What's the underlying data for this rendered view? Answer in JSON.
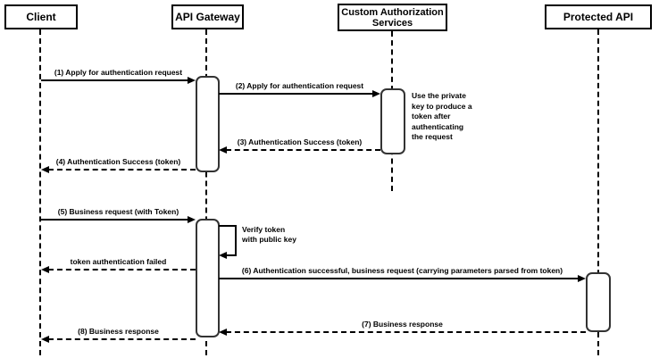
{
  "diagram": {
    "type": "sequence",
    "actors": [
      {
        "id": "client",
        "label": "Client"
      },
      {
        "id": "api-gateway",
        "label": "API Gateway"
      },
      {
        "id": "custom-authorization-services",
        "label": "Custom Authorization\nServices"
      },
      {
        "id": "protected-api",
        "label": "Protected API"
      }
    ],
    "messages": [
      {
        "seq": "1",
        "label": "(1) Apply for authentication request",
        "from": "Client",
        "to": "API Gateway",
        "line": "solid"
      },
      {
        "seq": "2",
        "label": "(2) Apply for authentication request",
        "from": "API Gateway",
        "to": "Custom Authorization Services",
        "line": "solid"
      },
      {
        "seq": "3",
        "label": "(3) Authentication Success (token)",
        "from": "Custom Authorization Services",
        "to": "API Gateway",
        "line": "dashed"
      },
      {
        "seq": "4",
        "label": "(4) Authentication Success (token)",
        "from": "API Gateway",
        "to": "Client",
        "line": "dashed"
      },
      {
        "seq": "5",
        "label": "(5) Business request (with Token)",
        "from": "Client",
        "to": "API Gateway",
        "line": "solid"
      },
      {
        "seq": "self",
        "label": "Verify token\nwith public key",
        "from": "API Gateway",
        "to": "API Gateway",
        "line": "self"
      },
      {
        "seq": "",
        "label": "token authentication failed",
        "from": "API Gateway",
        "to": "Client",
        "line": "dashed"
      },
      {
        "seq": "6",
        "label": "(6) Authentication successful, business request (carrying parameters parsed from token)",
        "from": "API Gateway",
        "to": "Protected API",
        "line": "solid"
      },
      {
        "seq": "7",
        "label": "(7) Business response",
        "from": "Protected API",
        "to": "API Gateway",
        "line": "dashed"
      },
      {
        "seq": "8",
        "label": "(8) Business response",
        "from": "API Gateway",
        "to": "Client",
        "line": "dashed"
      }
    ],
    "note": "Use the private\nkey to produce a\ntoken after\nauthenticating\nthe request",
    "colors": {
      "line": "#000000",
      "box_border": "#000000",
      "box_fill": "#ffffff",
      "background": "#ffffff",
      "text": "#000000"
    }
  }
}
